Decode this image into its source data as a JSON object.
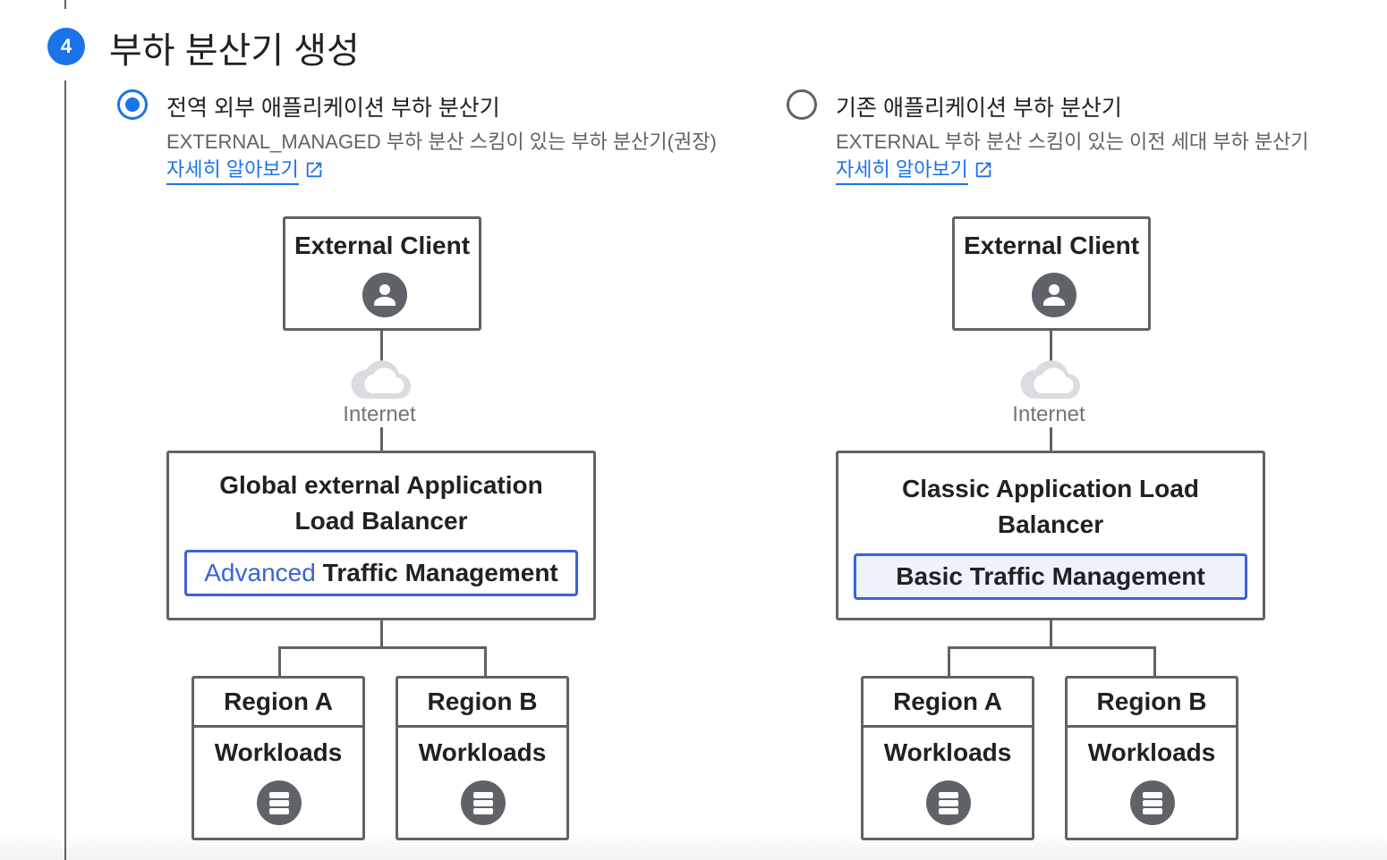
{
  "step": {
    "number": "4",
    "title": "부하 분산기 생성"
  },
  "options": [
    {
      "title": "전역 외부 애플리케이션 부하 분산기",
      "description": "EXTERNAL_MANAGED 부하 분산 스킴이 있는 부하 분산기(권장)",
      "learn_more": "자세히 알아보기",
      "selected": true,
      "diagram": {
        "client_title": "External Client",
        "internet_label": "Internet",
        "lb_title_line1": "Global external Application",
        "lb_title_line2": "Load Balancer",
        "tm_highlight": "Advanced",
        "tm_rest": "Traffic Management",
        "regions": [
          {
            "name": "Region A",
            "workloads": "Workloads"
          },
          {
            "name": "Region B",
            "workloads": "Workloads"
          }
        ]
      }
    },
    {
      "title": "기존 애플리케이션 부하 분산기",
      "description": "EXTERNAL 부하 분산 스킴이 있는 이전 세대 부하 분산기",
      "learn_more": "자세히 알아보기",
      "selected": false,
      "diagram": {
        "client_title": "External Client",
        "internet_label": "Internet",
        "lb_title_line1": "Classic Application Load",
        "lb_title_line2": "Balancer",
        "tm_text": "Basic Traffic Management",
        "regions": [
          {
            "name": "Region A",
            "workloads": "Workloads"
          },
          {
            "name": "Region B",
            "workloads": "Workloads"
          }
        ]
      }
    }
  ],
  "icons": {
    "avatar": "person-avatar-icon",
    "cloud": "cloud-icon",
    "database": "database-icon",
    "external_link": "open-in-new-icon"
  },
  "colors": {
    "accent": "#1a73e8",
    "tm_border": "#3b63d4",
    "box_border": "#5f6368",
    "muted_text": "#5f6368"
  }
}
